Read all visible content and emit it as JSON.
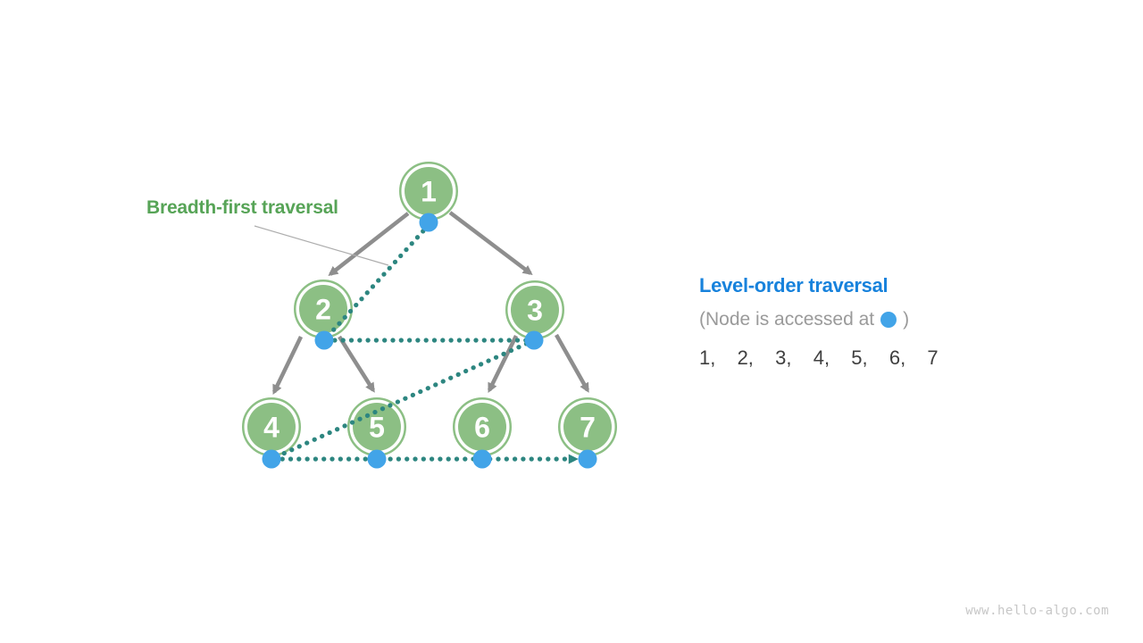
{
  "figure": {
    "annotation_label": "Breadth-first traversal",
    "watermark": "www.hello-algo.com"
  },
  "panel": {
    "title": "Level-order traversal",
    "note_prefix": "(Node is accessed at",
    "note_suffix": ")",
    "sequence": "1,  2,  3,  4,  5,  6,  7"
  },
  "diagram": {
    "type": "binary-tree-level-order-traversal",
    "nodes": [
      {
        "value": "1"
      },
      {
        "value": "2"
      },
      {
        "value": "3"
      },
      {
        "value": "4"
      },
      {
        "value": "5"
      },
      {
        "value": "6"
      },
      {
        "value": "7"
      }
    ],
    "edges": [
      [
        "1",
        "2"
      ],
      [
        "1",
        "3"
      ],
      [
        "2",
        "4"
      ],
      [
        "2",
        "5"
      ],
      [
        "3",
        "6"
      ],
      [
        "3",
        "7"
      ]
    ],
    "traversal_order": [
      "1",
      "2",
      "3",
      "4",
      "5",
      "6",
      "7"
    ],
    "colors": {
      "node_green": "#8CBF84",
      "access_dot_blue": "#42A4E8",
      "traversal_path_teal": "#2D8680",
      "edge_gray": "#8E8E8E",
      "annotation_green": "#57A457",
      "panel_title_blue": "#1782DC",
      "note_gray": "#9A9A9A",
      "sequence_dark": "#3F3F3F"
    }
  }
}
